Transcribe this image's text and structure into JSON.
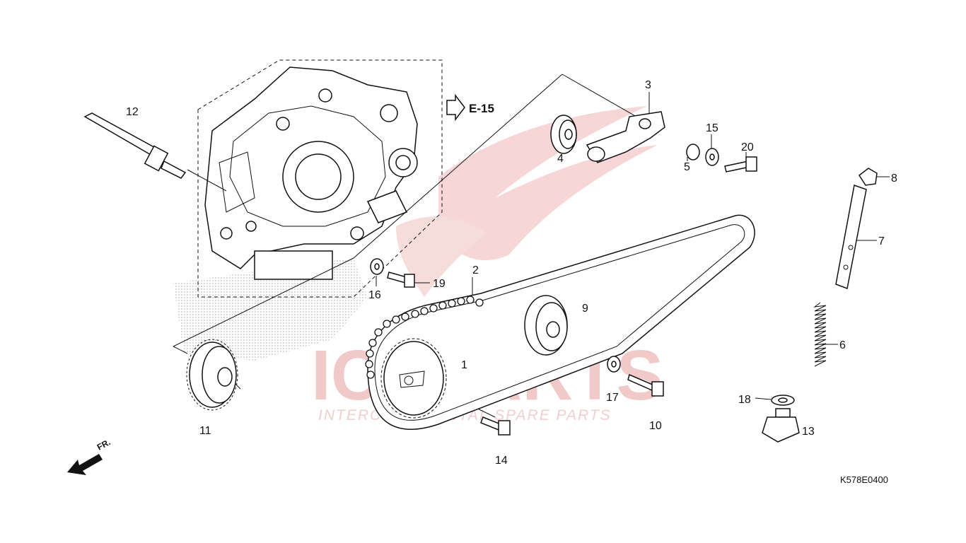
{
  "watermark": {
    "brand": "ICEPARTS",
    "tagline": "INTERCONTINENTAL SPARE PARTS",
    "brand_color": "#e03030"
  },
  "reference": {
    "section_arrow_label": "E-15",
    "front_label": "FR.",
    "diagram_code": "K578E0400"
  },
  "callouts": {
    "p1": "1",
    "p2": "2",
    "p3": "3",
    "p4": "4",
    "p5": "5",
    "p6": "6",
    "p7": "7",
    "p8": "8",
    "p9": "9",
    "p10": "10",
    "p11": "11",
    "p12": "12",
    "p13": "13",
    "p14": "14",
    "p15": "15",
    "p16": "16",
    "p17": "17",
    "p18": "18",
    "p19": "19",
    "p20": "20"
  }
}
